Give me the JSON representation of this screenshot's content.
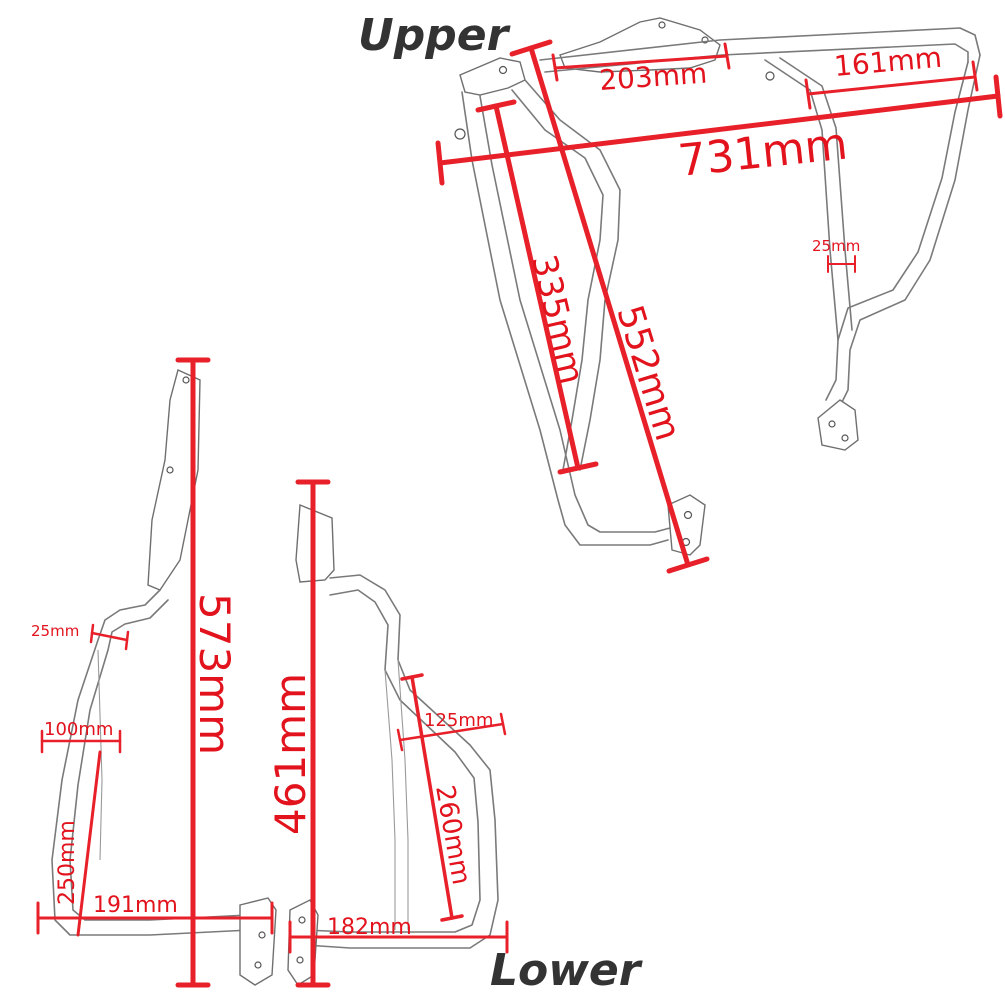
{
  "labels": {
    "upper": "Upper",
    "lower": "Lower"
  },
  "dimensions": {
    "upper_top_width": "203mm",
    "upper_rear_width": "161mm",
    "upper_overall_width": "731mm",
    "upper_tube": "25mm",
    "upper_inner_height": "335mm",
    "upper_diagonal": "552mm",
    "left_height": "573mm",
    "left_tube": "25mm",
    "left_top_width": "100mm",
    "left_side_height": "250mm",
    "left_bottom_width": "191mm",
    "right_height": "461mm",
    "right_top_width": "125mm",
    "right_side_height": "260mm",
    "right_bottom_width": "182mm"
  },
  "colors": {
    "dimension": "#e8202a",
    "label": "#333333",
    "outline": "#7a7a7a"
  }
}
